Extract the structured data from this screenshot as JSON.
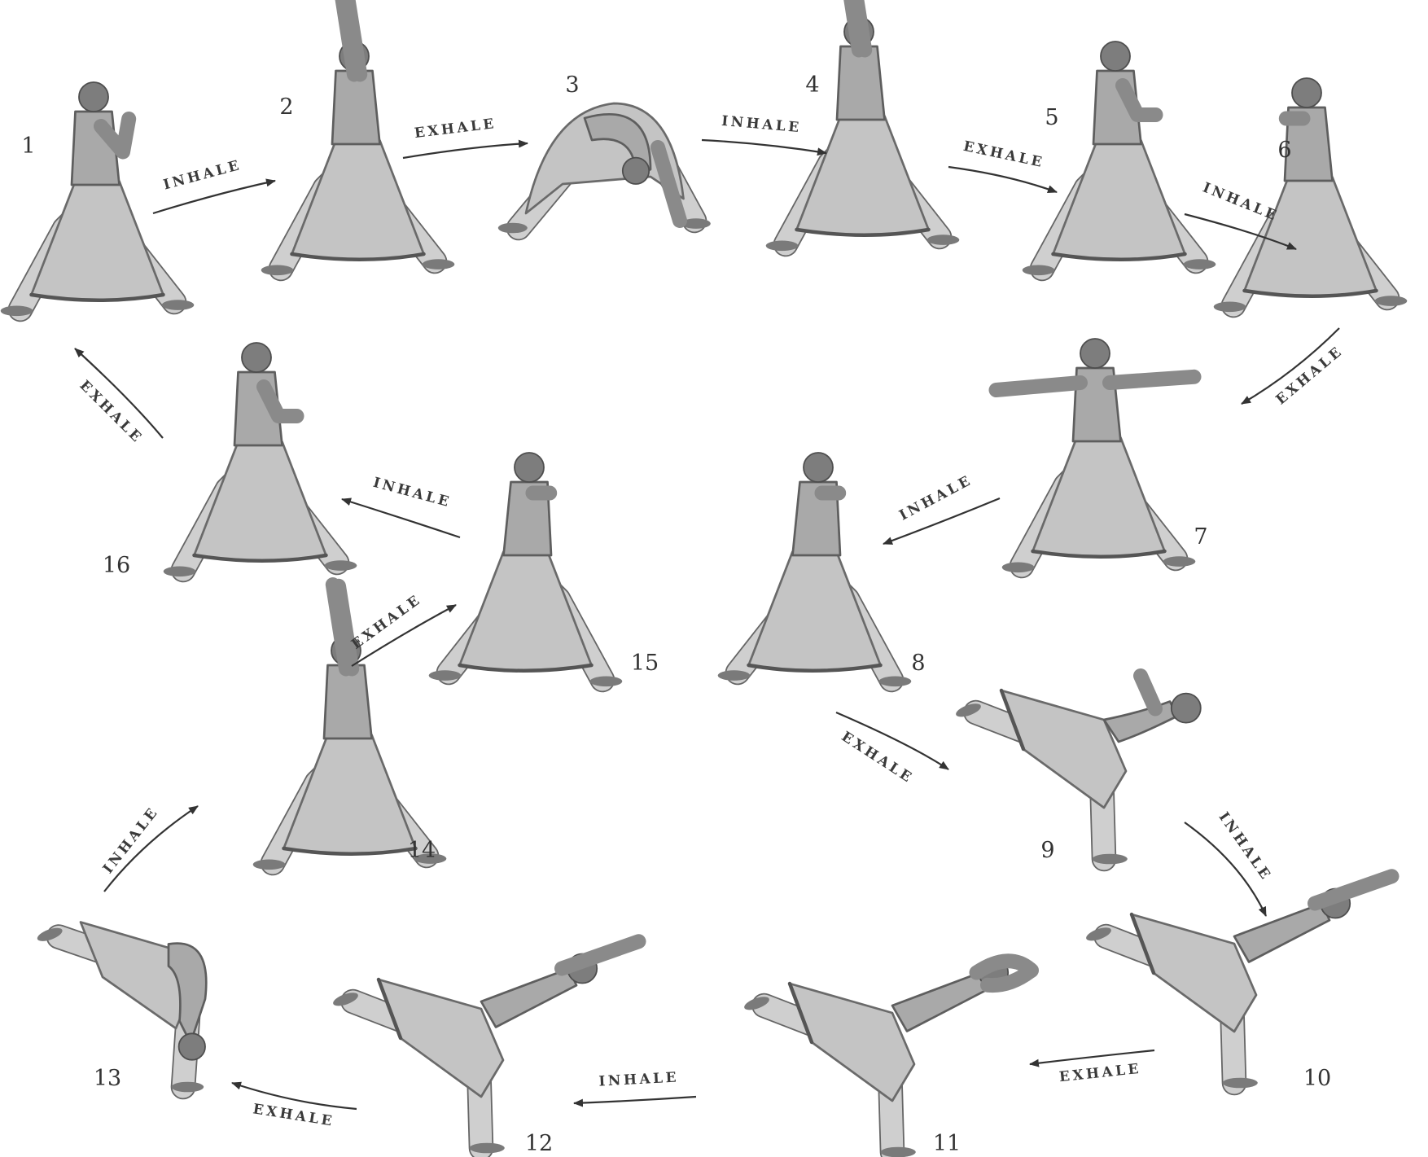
{
  "poses": [
    {
      "number": "1",
      "posture": "lunge-palms-together"
    },
    {
      "number": "2",
      "posture": "lunge-arms-up"
    },
    {
      "number": "3",
      "posture": "forward-fold"
    },
    {
      "number": "4",
      "posture": "lunge-arms-up"
    },
    {
      "number": "5",
      "posture": "lunge-hands-at-waist"
    },
    {
      "number": "6",
      "posture": "lunge-hands-on-shoulders"
    },
    {
      "number": "7",
      "posture": "lunge-arms-spread"
    },
    {
      "number": "8",
      "posture": "lunge-hands-on-shoulders"
    },
    {
      "number": "9",
      "posture": "balance-forward-bend"
    },
    {
      "number": "10",
      "posture": "warrior-three"
    },
    {
      "number": "11",
      "posture": "warrior-three-hands-clasped"
    },
    {
      "number": "12",
      "posture": "warrior-three"
    },
    {
      "number": "13",
      "posture": "standing-split-fold"
    },
    {
      "number": "14",
      "posture": "lunge-arms-up"
    },
    {
      "number": "15",
      "posture": "lunge-hands-on-shoulders"
    },
    {
      "number": "16",
      "posture": "lunge-hands-at-waist"
    }
  ],
  "transitions": [
    {
      "from": "1",
      "to": "2",
      "label": "INHALE"
    },
    {
      "from": "2",
      "to": "3",
      "label": "EXHALE"
    },
    {
      "from": "3",
      "to": "4",
      "label": "INHALE"
    },
    {
      "from": "4",
      "to": "5",
      "label": "EXHALE"
    },
    {
      "from": "5",
      "to": "6",
      "label": "INHALE"
    },
    {
      "from": "6",
      "to": "7",
      "label": "EXHALE"
    },
    {
      "from": "7",
      "to": "8",
      "label": "INHALE"
    },
    {
      "from": "8",
      "to": "9",
      "label": "EXHALE"
    },
    {
      "from": "9",
      "to": "10",
      "label": "INHALE"
    },
    {
      "from": "10",
      "to": "11",
      "label": "EXHALE"
    },
    {
      "from": "11",
      "to": "12",
      "label": "INHALE"
    },
    {
      "from": "12",
      "to": "13",
      "label": "EXHALE"
    },
    {
      "from": "13",
      "to": "14",
      "label": "INHALE"
    },
    {
      "from": "14",
      "to": "15",
      "label": "EXHALE"
    },
    {
      "from": "15",
      "to": "16",
      "label": "INHALE"
    },
    {
      "from": "16",
      "to": "1",
      "label": "EXHALE"
    }
  ]
}
